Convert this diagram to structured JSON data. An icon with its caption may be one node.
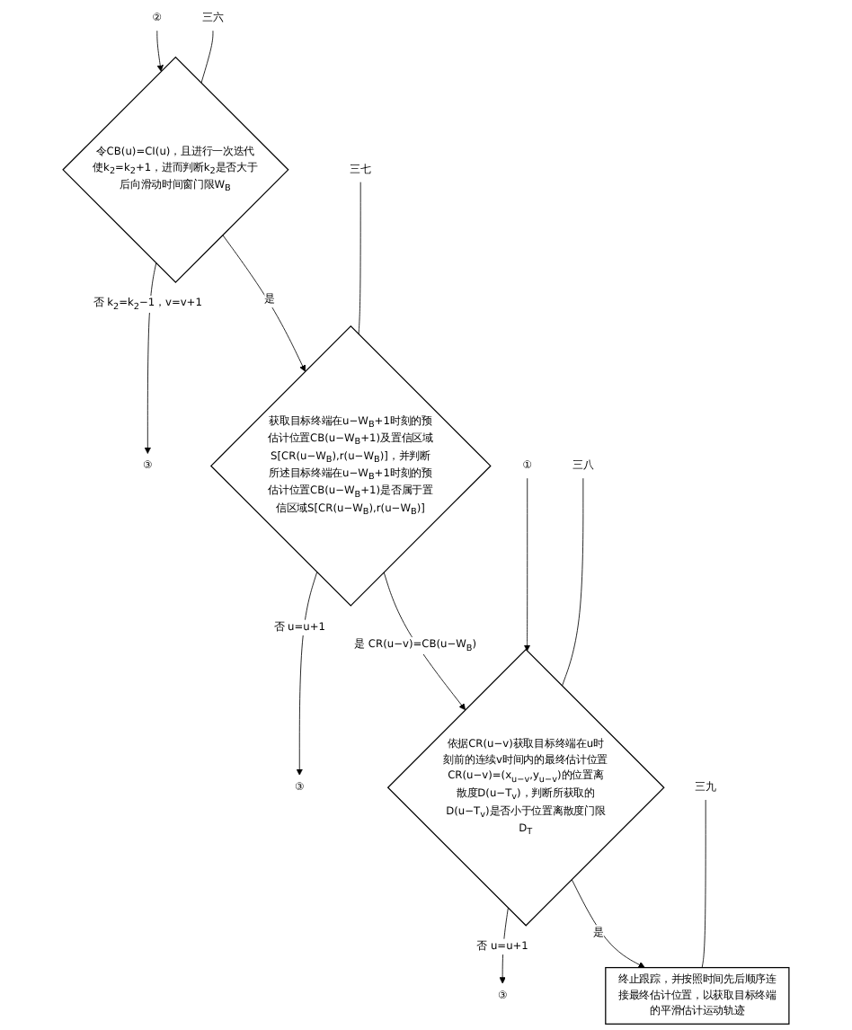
{
  "diagram": {
    "nodes": [
      {
        "text": [
          "②"
        ]
      },
      {
        "text": [
          "令CB(u)=CI(u)，且进行一次迭代使k$_{2}$=k$_{2}$+1，进而判断k$_{2}$是否大于后向滑动时间窗门限W$_{B}$"
        ]
      },
      {
        "text": [
          "③"
        ]
      },
      {
        "text": [
          "获取目标终端在u−W$_{B}$+1时刻的预估计位置CB(u−W$_{B}$+1)及置信区域S[CR(u−W$_{B}$),r(u−W$_{B}$)]，并判断所述目标终端在u−W$_{B}$+1时刻的预估计位置CB(u−W$_{B}$+1)是否属于置信区域S[CR(u−W$_{B}$),r(u−W$_{B}$)]"
        ]
      },
      {
        "text": [
          "③"
        ]
      },
      {
        "text": [
          "①"
        ]
      },
      {
        "text": [
          "依据CR(u−v)获取目标终端在u时刻前的连续v时间内的最终估计位置CR(u−v)=(x$_{u−v}$,y$_{u−v}$)的位置离散度D(u−T$_{v}$)，判断所获取的D(u−T$_{v}$)是否小于位置离散度门限D$_{T}$"
        ]
      },
      {
        "text": [
          "③"
        ]
      },
      {
        "text": [
          "终止跟踪，并按照时间先后顺序连接最终估计位置，以获取目标终端的平滑估计运动轨迹"
        ]
      },
      {
        "text": [
          "三六"
        ]
      },
      {
        "text": [
          "三七"
        ]
      },
      {
        "text": [
          "三八"
        ]
      },
      {
        "text": [
          "三九"
        ]
      }
    ],
    "edges": [
      {
        "from": 0,
        "to": 1,
        "arrow": "to"
      },
      {
        "from": 1,
        "to": 2,
        "arrow": "to",
        "label": "否 k$_{2}$=k$_{2}$−1，v=v+1"
      },
      {
        "from": 1,
        "to": 3,
        "arrow": "to",
        "label": "是"
      },
      {
        "from": 3,
        "to": 4,
        "arrow": "to",
        "label": "否 u=u+1"
      },
      {
        "from": 3,
        "to": 6,
        "arrow": "to",
        "label": "是 CR(u−v)=CB(u−W$_{B}$)"
      },
      {
        "from": 5,
        "to": 6,
        "arrow": "to"
      },
      {
        "from": 6,
        "to": 7,
        "arrow": "to",
        "label": "否 u=u+1"
      },
      {
        "from": 6,
        "to": 8,
        "arrow": "to",
        "label": "是"
      },
      {
        "from": 9,
        "to": 1,
        "arrow": "none"
      },
      {
        "from": 10,
        "to": 3,
        "arrow": "none"
      },
      {
        "from": 11,
        "to": 6,
        "arrow": "none"
      },
      {
        "from": 12,
        "to": 8,
        "arrow": "none"
      }
    ]
  }
}
